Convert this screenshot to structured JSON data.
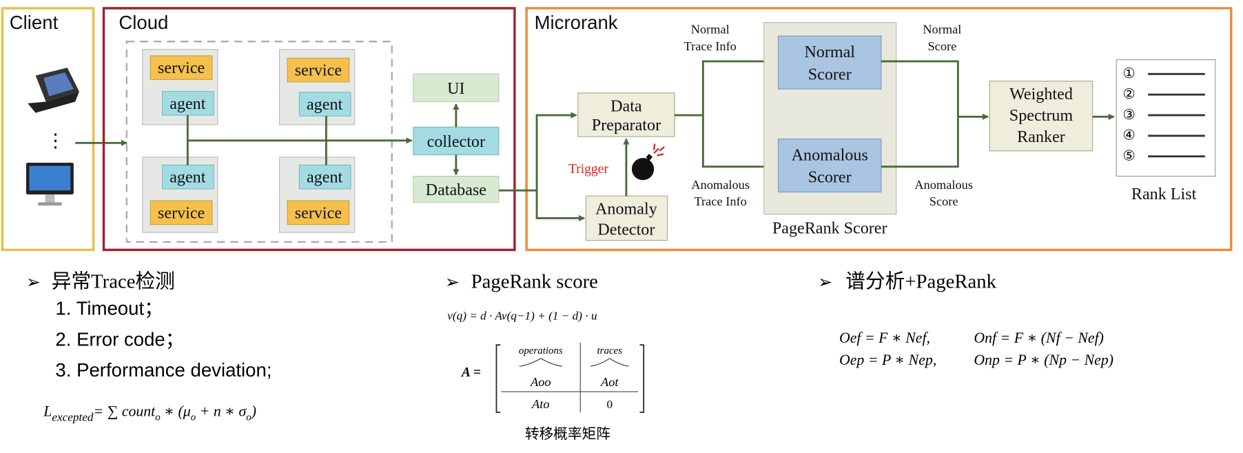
{
  "diagram": {
    "client": {
      "title": "Client",
      "ellipsis": "⋮"
    },
    "cloud": {
      "title": "Cloud",
      "service_label": "service",
      "agent_label": "agent",
      "ui": "UI",
      "collector": "collector",
      "database": "Database"
    },
    "microrank": {
      "title": "Microrank",
      "data_preparator": [
        "Data",
        "Preparator"
      ],
      "anomaly_detector": [
        "Anomaly",
        "Detector"
      ],
      "trigger": "Trigger",
      "normal_trace_info": [
        "Normal",
        "Trace Info"
      ],
      "anomalous_trace_info": [
        "Anomalous",
        "Trace Info"
      ],
      "pagerank_scorer": "PageRank Scorer",
      "normal_scorer": [
        "Normal",
        "Scorer"
      ],
      "anomalous_scorer": [
        "Anomalous",
        "Scorer"
      ],
      "normal_score": [
        "Normal",
        "Score"
      ],
      "anomalous_score": [
        "Anomalous",
        "Score"
      ],
      "ranker": [
        "Weighted",
        "Spectrum",
        "Ranker"
      ],
      "rank_list": "Rank List",
      "rank_numbers": [
        "①",
        "②",
        "③",
        "④",
        "⑤"
      ]
    },
    "colors": {
      "client_border": "#e6c04a",
      "cloud_border": "#a3202e",
      "microrank_border": "#ee8a3a",
      "service": "#f5c04c",
      "agent": "#a3dbe3",
      "green_box": "#d9ead2",
      "beige_box": "#efeedd",
      "scorer": "#a9c5e2",
      "arrow": "#4a6a3a"
    }
  },
  "notes": {
    "anomaly": {
      "heading": "异常Trace检测",
      "items": [
        "1.  Timeout；",
        "2.  Error code；",
        "3.  Performance deviation;"
      ],
      "formula": {
        "lhs": "L",
        "lhs_sub": "excepted",
        "rhs": "= ∑ count",
        "rhs_sub": "o",
        "rest": " ∗ (μ",
        "rest_sub": "o",
        "rest2": " + n ∗ σ",
        "rest2_sub": "o",
        "close": ")"
      }
    },
    "pagerank": {
      "heading": "PageRank  score",
      "formula": "v(q) = d · Av(q−1) + (1 − d) · u",
      "matrix_label": "A =",
      "col_operations": "operations",
      "col_traces": "traces",
      "a_oo": "Aoo",
      "a_ot": "Aot",
      "a_to": "Ato",
      "zero": "0",
      "caption": "转移概率矩阵"
    },
    "spectrum": {
      "heading": "谱分析+PageRank",
      "eq1a": "Oef = F ∗ Nef,",
      "eq1b": "Onf = F ∗ (Nf − Nef)",
      "eq2a": "Oep = P ∗ Nep,",
      "eq2b": "Onp = P ∗ (Np − Nep)"
    }
  }
}
